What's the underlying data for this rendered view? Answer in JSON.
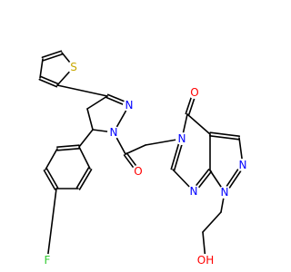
{
  "molecule": {
    "colors": {
      "bond": "#000000",
      "N": "#0000ff",
      "O": "#ff0000",
      "S": "#c8a800",
      "F": "#33cc33",
      "H": "#000000"
    },
    "atom_labels": [
      {
        "id": "S_thiophene",
        "text": "S",
        "element": "S"
      },
      {
        "id": "N_pyrazoline_imine",
        "text": "N",
        "element": "N"
      },
      {
        "id": "N_pyrazoline_amide",
        "text": "N",
        "element": "N"
      },
      {
        "id": "O_acyl",
        "text": "O",
        "element": "O"
      },
      {
        "id": "O_ring_carbonyl",
        "text": "O",
        "element": "O"
      },
      {
        "id": "N_pyrimidinone",
        "text": "N",
        "element": "N"
      },
      {
        "id": "N_pyrazole_2",
        "text": "N",
        "element": "N"
      },
      {
        "id": "N_pyrazole_1",
        "text": "N",
        "element": "N"
      },
      {
        "id": "N_pyrimidine",
        "text": "N",
        "element": "N"
      },
      {
        "id": "F_aryl",
        "text": "F",
        "element": "F"
      },
      {
        "id": "OH_terminal",
        "text": "OH",
        "element": "O"
      }
    ]
  }
}
